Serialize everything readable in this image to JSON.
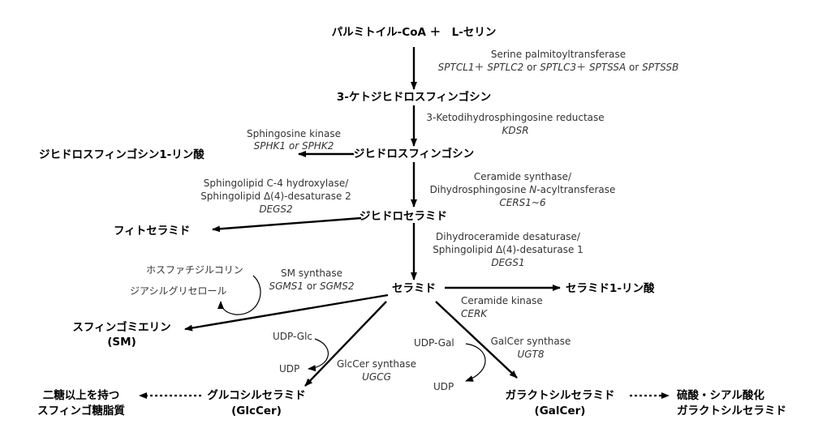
{
  "compounds": {
    "start": "パルミトイル-CoA ＋　L-セリン",
    "ketodihydrosphingosine": "3-ケトジヒドロスフィンゴシン",
    "dihydrosphingosine": "ジヒドロスフィンゴシン",
    "dihydrosphingosine_1p": "ジヒドロスフィンゴシン1-リン酸",
    "dihydroceramide": "ジヒドロセラミド",
    "phytoceramide": "フィトセラミド",
    "ceramide": "セラミド",
    "ceramide_1p": "セラミド1-リン酸",
    "sphingomyelin": "スフィンゴミエリン",
    "sm_abbr": "(SM)",
    "glucosylceramide": "グルコシルセラミド",
    "glccer_abbr": "(GlcCer)",
    "galactosylceramide": "ガラクトシルセラミド",
    "galcer_abbr": "(GalCer)",
    "complex_line1": "二糖以上を持つ",
    "complex_line2": "スフィンゴ糖脂質",
    "sulfo_line1": "硫酸・シアル酸化",
    "sulfo_line2": "ガラクトシルセラミド"
  },
  "enzymes": {
    "spt": {
      "name": "Serine palmitoyltransferase",
      "g1": "SPTCL1",
      "plus1": "＋",
      "g2": "SPTLC2",
      "or1": "or",
      "g3": "SPTLC3",
      "plus2": "＋",
      "g4": "SPTSSA",
      "or2": "or",
      "g5": "SPTSSB"
    },
    "kdsr": {
      "name": "3-Ketodihydrosphingosine reductase",
      "gene": "KDSR"
    },
    "sphk": {
      "name": "Sphingosine kinase",
      "gene": "SPHK1 or SPHK2"
    },
    "cers": {
      "name1": "Ceramide synthase/",
      "name2a": "Dihydrosphingosine ",
      "name2b": "N",
      "name2c": "-acyltransferase",
      "gene": "CERS1~6"
    },
    "degs2": {
      "name1": "Sphingolipid C-4 hydroxylase/",
      "name2": "Sphingolipid Δ(4)-desaturase 2",
      "gene": "DEGS2"
    },
    "degs1": {
      "name1": "Dihydroceramide desaturase/",
      "name2": "Sphingolipid Δ(4)-desaturase 1",
      "gene": "DEGS1"
    },
    "sms": {
      "name": "SM synthase",
      "g1": "SGMS1",
      "or": " or ",
      "g2": "SGMS2"
    },
    "cerk": {
      "name": "Ceramide kinase",
      "gene": "CERK"
    },
    "ugcg": {
      "name": "GlcCer synthase",
      "gene": "UGCG"
    },
    "ugt8": {
      "name": "GalCer synthase",
      "gene": "UGT8"
    }
  },
  "cofactors": {
    "phosphatidylcholine": "ホスファチジルコリン",
    "diacylglycerol": "ジアシルグリセロール",
    "udp_glc": "UDP-Glc",
    "udp_glc_out": "UDP",
    "udp_gal": "UDP-Gal",
    "udp_gal_out": "UDP"
  },
  "colors": {
    "text": "#000000",
    "enzyme_text": "#333333",
    "arrow": "#000000"
  }
}
